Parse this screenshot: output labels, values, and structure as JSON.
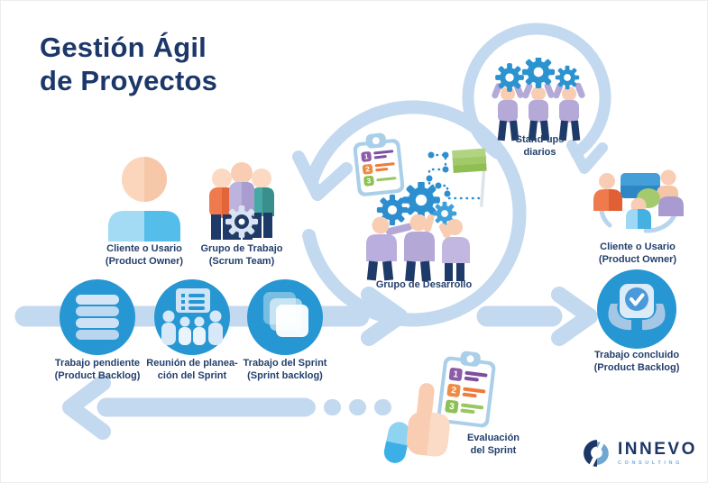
{
  "title": {
    "line1": "Gestión Ágil",
    "line2": "de Proyectos"
  },
  "labels": {
    "client_left_1": "Cliente o Usario",
    "client_left_2": "(Product Owner)",
    "scrum_team_1": "Grupo de Trabajo",
    "scrum_team_2": "(Scrum Team)",
    "dev_team": "Grupo de Desarrollo",
    "standups_1": "Stand-ups",
    "standups_2": "diarios",
    "client_right_1": "Cliente o Usario",
    "client_right_2": "(Product Owner)",
    "done_1": "Trabajo concluido",
    "done_2": "(Product Backlog)",
    "backlog_1": "Trabajo pendiente",
    "backlog_2": "(Product Backlog)",
    "planning_1": "Reunión de planea-",
    "planning_2": "ción del Sprint",
    "sprint_1": "Trabajo del Sprint",
    "sprint_2": "(Sprint backlog)",
    "eval_1": "Evaluación",
    "eval_2": "del Sprint"
  },
  "clipboard_numbers": [
    "1",
    "2",
    "3"
  ],
  "logo": {
    "name": "INNEVO",
    "subtitle": "CONSULTING"
  },
  "colors": {
    "accent_blue": "#2697d2",
    "arrow_blue": "#c3d9ef",
    "navy": "#1d3768",
    "skin": "#f9cdb2",
    "purple": "#b2a7d5",
    "orange": "#ef7a4e",
    "teal": "#45a8a4",
    "green": "#a5cb72",
    "clipboard": "#a9cfe9"
  }
}
